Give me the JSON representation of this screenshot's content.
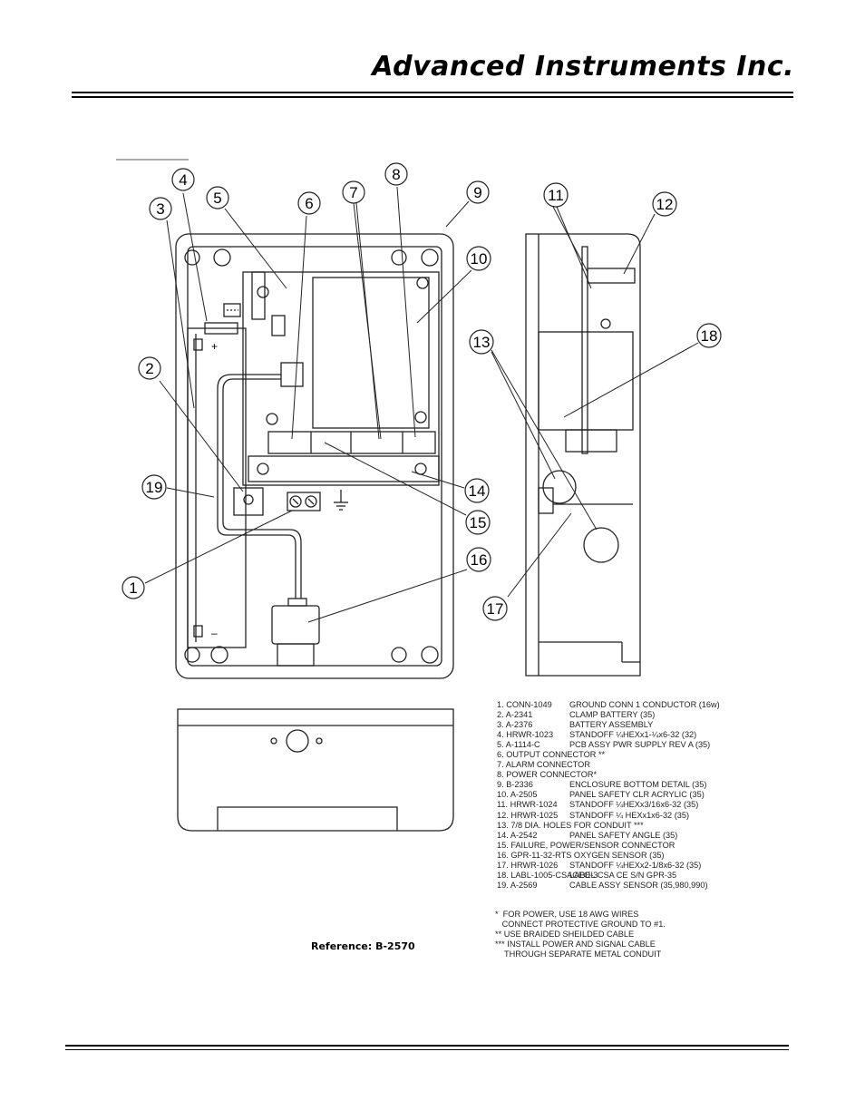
{
  "header": {
    "brand": "Advanced Instruments Inc."
  },
  "callouts": [
    "1",
    "2",
    "3",
    "4",
    "5",
    "6",
    "7",
    "8",
    "9",
    "10",
    "11",
    "12",
    "13",
    "14",
    "15",
    "16",
    "17",
    "18",
    "19"
  ],
  "terminal_labels": {
    "plus": "+",
    "minus": "–"
  },
  "parts_list": [
    {
      "code": "1.  CONN-1049",
      "desc": "GROUND CONN 1 CONDUCTOR (16w)"
    },
    {
      "code": "2.  A-2341",
      "desc": "CLAMP BATTERY (35)"
    },
    {
      "code": "3.  A-2376",
      "desc": "BATTERY ASSEMBLY"
    },
    {
      "code": "4.  HRWR-1023",
      "desc": "STANDOFF ¼HEXx1-¼x6-32 (32)"
    },
    {
      "code": "5.  A-1114-C",
      "desc": "PCB ASSY PWR SUPPLY REV A (35)"
    },
    {
      "code": "6.  OUTPUT CONNECTOR **",
      "desc": ""
    },
    {
      "code": "7.  ALARM CONNECTOR",
      "desc": ""
    },
    {
      "code": "8.  POWER CONNECTOR*",
      "desc": ""
    },
    {
      "code": "9.  B-2336",
      "desc": "ENCLOSURE BOTTOM DETAIL (35)"
    },
    {
      "code": "10. A-2505",
      "desc": "PANEL SAFETY CLR ACRYLIC (35)"
    },
    {
      "code": "11. HRWR-1024",
      "desc": "STANDOFF ¼HEXx3/16x6-32 (35)"
    },
    {
      "code": "12. HRWR-1025",
      "desc": "STANDOFF ¼ HEXx1x6-32 (35)"
    },
    {
      "code": "13. 7/8 DIA. HOLES FOR CONDUIT ***",
      "desc": ""
    },
    {
      "code": "14. A-2542",
      "desc": "PANEL SAFETY ANGLE (35)"
    },
    {
      "code": "15. FAILURE, POWER/SENSOR CONNECTOR",
      "desc": ""
    },
    {
      "code": "16. GPR-11-32-RTS OXYGEN SENSOR (35)",
      "desc": ""
    },
    {
      "code": "17. HRWR-1026",
      "desc": "STANDOFF ¼HEXx2-1/8x6-32 (35)"
    },
    {
      "code": "18. LABL-1005-CSACEO-3",
      "desc": "LABEL CSA CE S/N GPR-35"
    },
    {
      "code": "19. A-2569",
      "desc": "CABLE ASSY SENSOR (35,980,990)"
    }
  ],
  "notes": [
    "*  FOR POWER, USE 18 AWG WIRES",
    "   CONNECT PROTECTIVE GROUND TO #1.",
    "** USE BRAIDED SHEILDED CABLE",
    "*** INSTALL POWER AND SIGNAL CABLE",
    "    THROUGH SEPARATE METAL CONDUIT"
  ],
  "reference": "Reference:  B-2570"
}
